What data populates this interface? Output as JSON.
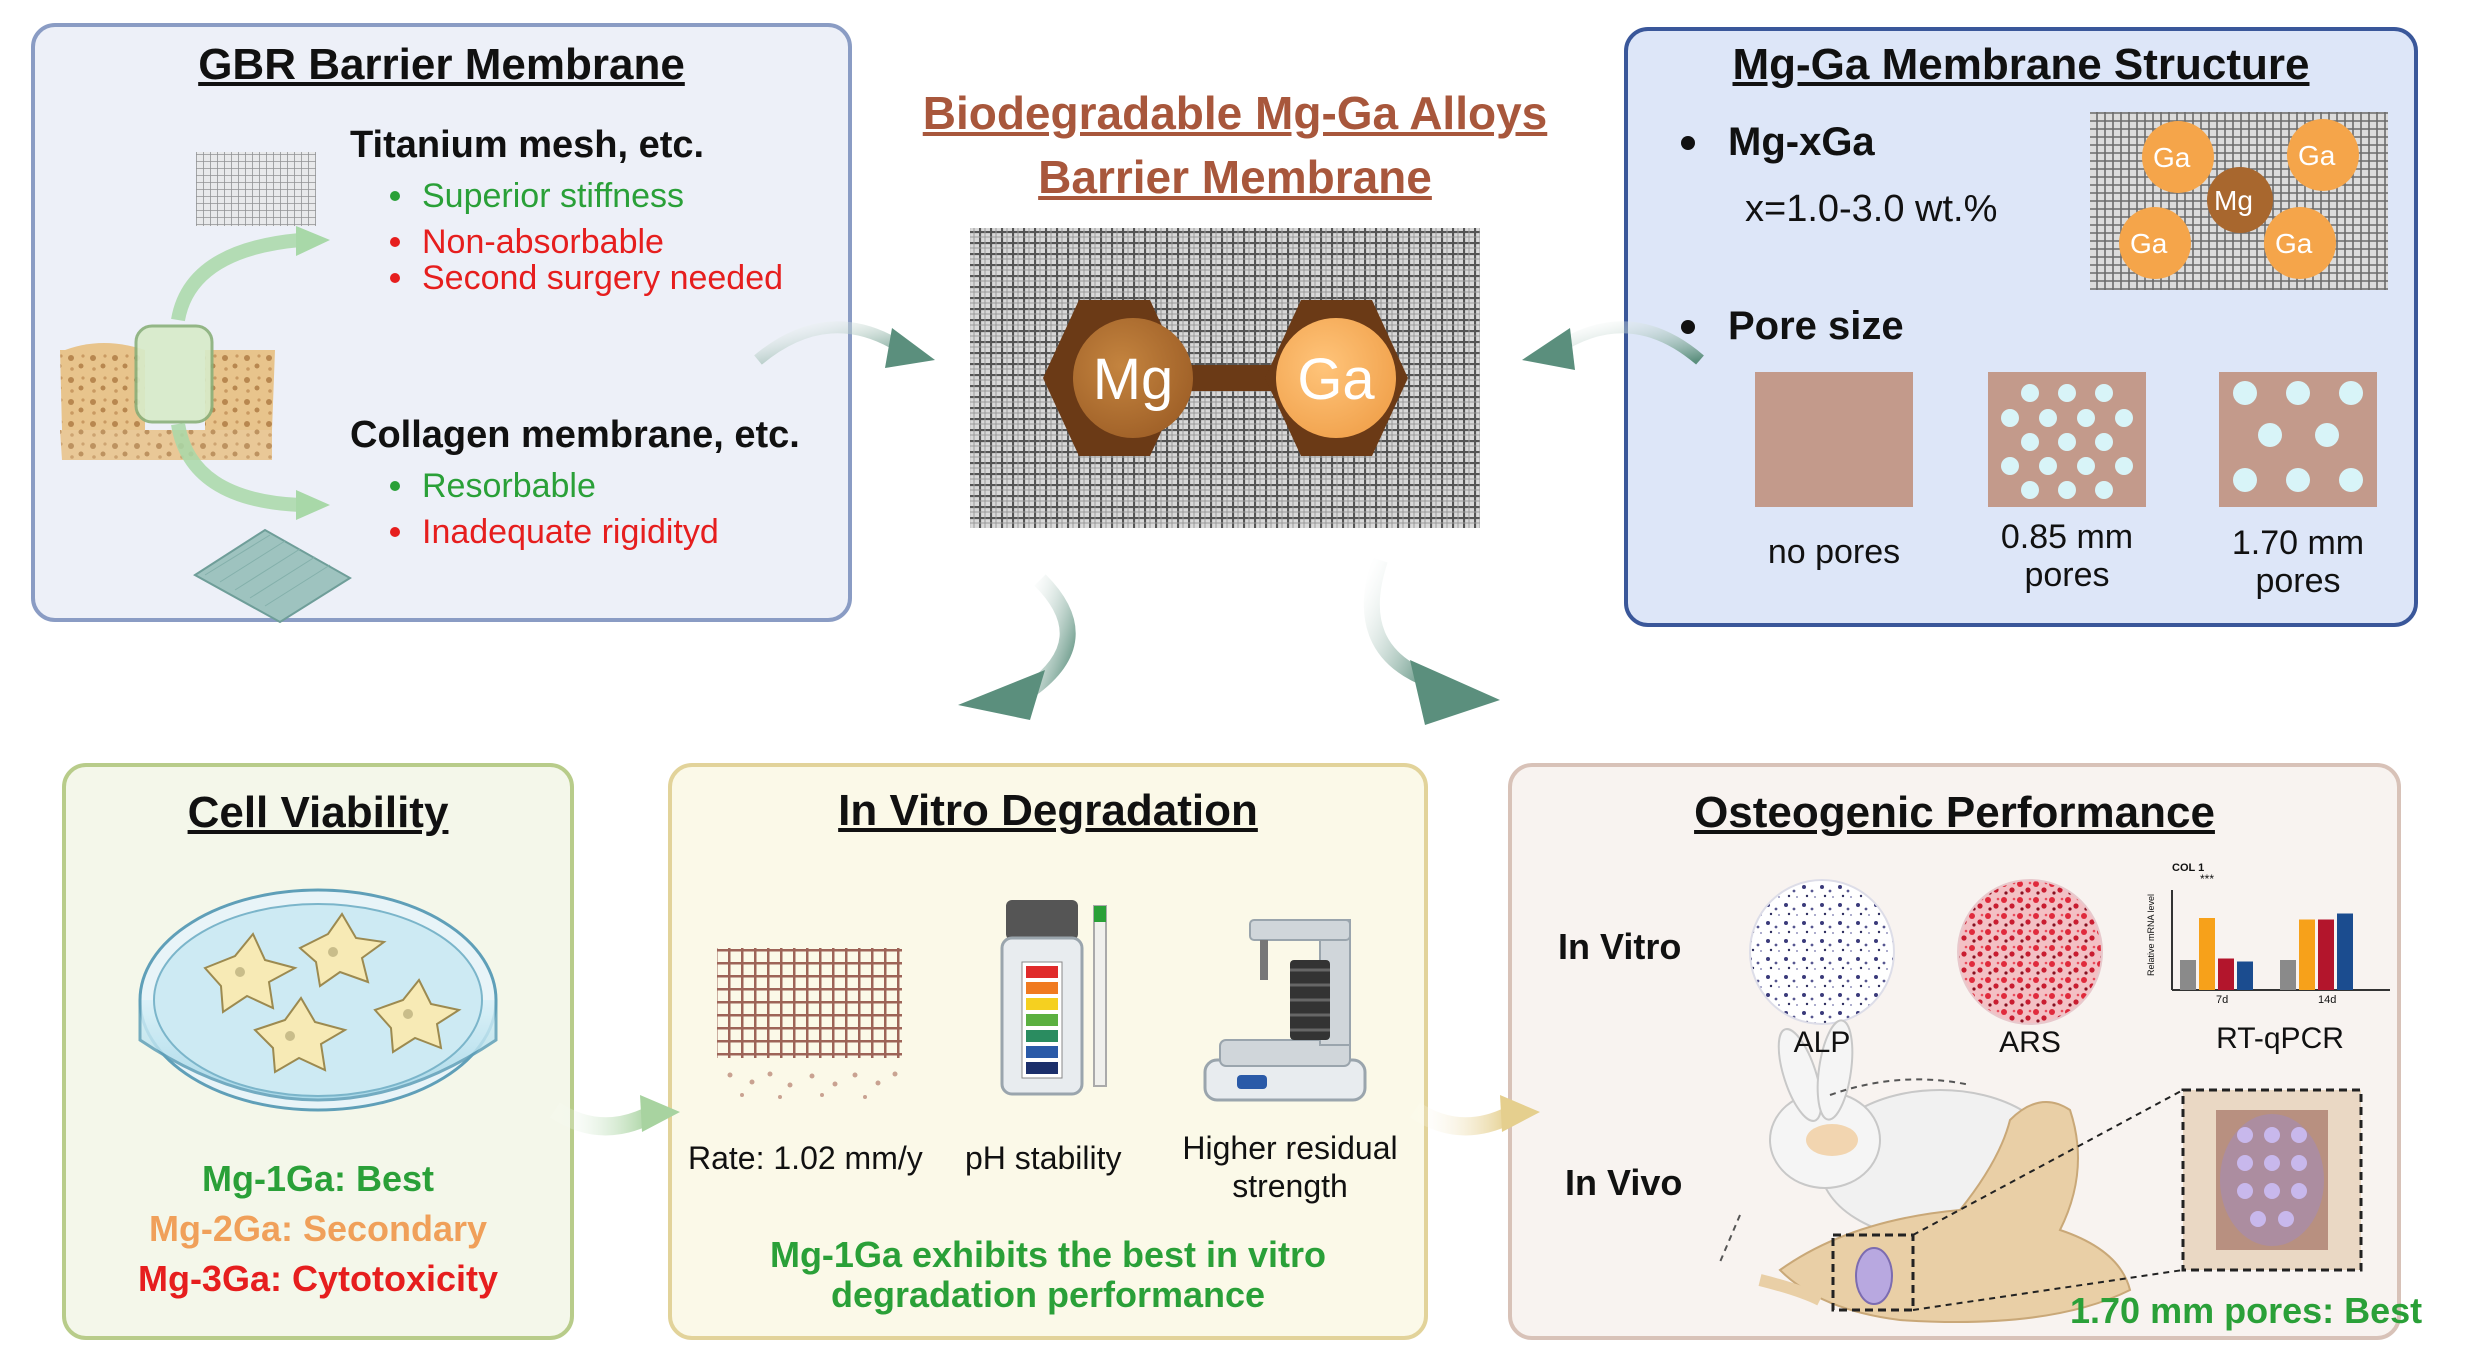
{
  "gbr": {
    "title": "GBR Barrier Membrane",
    "titanium_title": "Titanium mesh, etc.",
    "titanium_pro": "Superior stiffness",
    "titanium_con1": "Non-absorbable",
    "titanium_con2": "Second surgery needed",
    "collagen_title": "Collagen membrane, etc.",
    "collagen_pro": "Resorbable",
    "collagen_con": "Inadequate rigidityd"
  },
  "center": {
    "title_line1": "Biodegradable Mg-Ga Alloys",
    "title_line2": "Barrier Membrane",
    "mg": "Mg",
    "ga": "Ga"
  },
  "structure": {
    "title": "Mg-Ga Membrane Structure",
    "alloy_label": "Mg-xGa",
    "composition": "x=1.0-3.0 wt.%",
    "pore_label": "Pore size",
    "pore_none": "no pores",
    "pore_085_line1": "0.85 mm",
    "pore_085_line2": "pores",
    "pore_170_line1": "1.70 mm",
    "pore_170_line2": "pores",
    "atom_mg": "Mg",
    "atom_ga": "Ga"
  },
  "viability": {
    "title": "Cell Viability",
    "best": "Mg-1Ga: Best",
    "secondary": "Mg-2Ga: Secondary",
    "toxic": "Mg-3Ga: Cytotoxicity"
  },
  "degradation": {
    "title": "In Vitro Degradation",
    "rate": "Rate: 1.02 mm/y",
    "ph": "pH stability",
    "residual_line1": "Higher residual",
    "residual_line2": "strength",
    "conclusion_line1": "Mg-1Ga exhibits the best in vitro",
    "conclusion_line2": "degradation performance"
  },
  "osteo": {
    "title": "Osteogenic Performance",
    "in_vitro": "In Vitro",
    "in_vivo": "In Vivo",
    "alp": "ALP",
    "ars": "ARS",
    "rtqpcr": "RT-qPCR",
    "best": "1.70 mm pores: Best",
    "mini_chart": {
      "title": "COL 1",
      "ylabel": "Relative mRNA level",
      "groups": [
        "7d",
        "14d"
      ],
      "values": [
        [
          1.0,
          2.4,
          1.05,
          0.95
        ],
        [
          1.0,
          2.35,
          2.35,
          2.55
        ]
      ],
      "colors": [
        "#8a8a8a",
        "#f7a11a",
        "#b3152c",
        "#1b4c8f"
      ],
      "sig": "***"
    }
  },
  "colors": {
    "gbr_bg": "#edf0f8",
    "gbr_border": "#8a9cc4",
    "structure_bg": "#dde6f8",
    "structure_border": "#3a579a",
    "viability_bg": "#f4f7ea",
    "viability_border": "#b8cc8a",
    "degradation_bg": "#fbf9e8",
    "degradation_border": "#e2d39a",
    "osteo_bg": "#f8f3f0",
    "osteo_border": "#d8c2b8",
    "arrow": "#5b8f7d",
    "title_brown": "#a8573c"
  }
}
